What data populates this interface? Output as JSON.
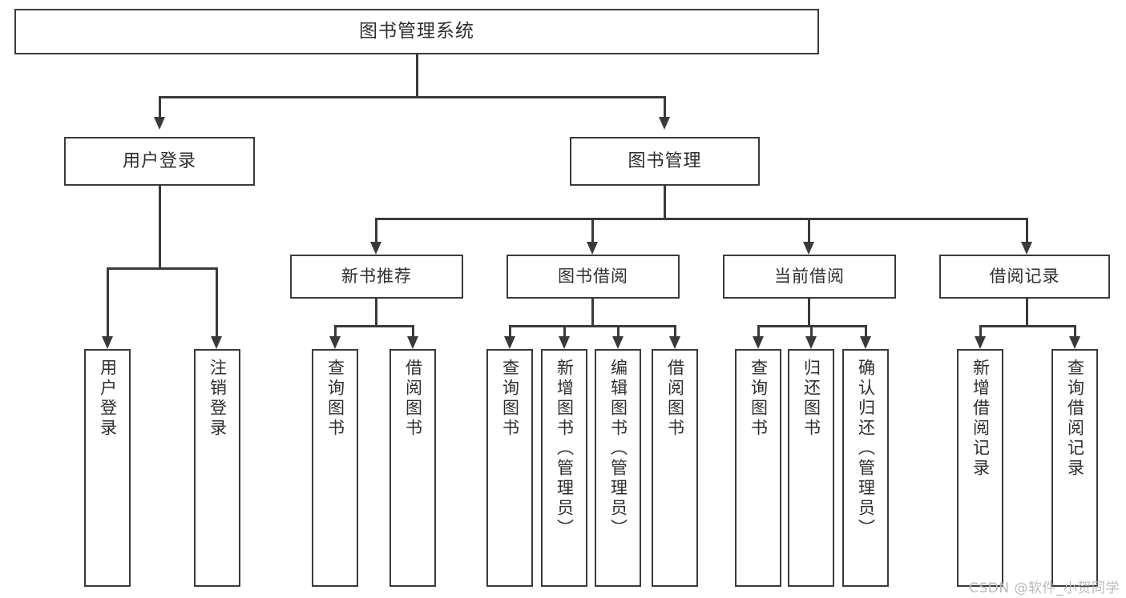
{
  "diagram": {
    "title": "图书管理系统",
    "watermark": "CSDN @软件_小贺同学",
    "type": "tree-hierarchy-diagram",
    "root": {
      "label": "图书管理系统"
    },
    "level1": [
      {
        "label": "用户登录"
      },
      {
        "label": "图书管理"
      }
    ],
    "level2": [
      {
        "label": "新书推荐"
      },
      {
        "label": "图书借阅"
      },
      {
        "label": "当前借阅"
      },
      {
        "label": "借阅记录"
      }
    ],
    "leaves": {
      "user_login": [
        {
          "label": "用户登录"
        },
        {
          "label": "注销登录"
        }
      ],
      "new_book_recommend": [
        {
          "label": "查询图书"
        },
        {
          "label": "借阅图书"
        }
      ],
      "book_borrow": [
        {
          "label": "查询图书"
        },
        {
          "label": "新增图书（管理员）"
        },
        {
          "label": "编辑图书（管理员）"
        },
        {
          "label": "借阅图书"
        }
      ],
      "current_borrow": [
        {
          "label": "查询图书"
        },
        {
          "label": "归还图书"
        },
        {
          "label": "确认归还（管理员）"
        }
      ],
      "borrow_record": [
        {
          "label": "新增借阅记录"
        },
        {
          "label": "查询借阅记录"
        }
      ]
    },
    "colors": {
      "stroke": "#3a3a3a",
      "text": "#2e2e2e",
      "background": "#ffffff",
      "watermark": "#b9b9b9"
    }
  }
}
